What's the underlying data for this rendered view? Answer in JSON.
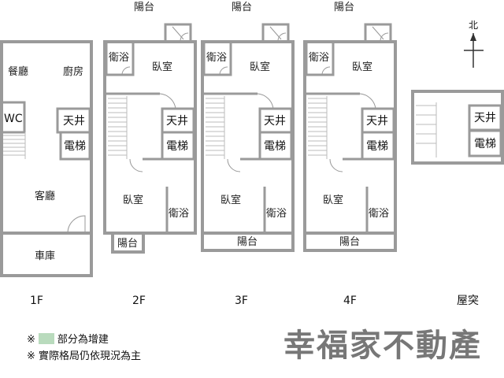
{
  "floors": {
    "f1": {
      "label": "1F",
      "dining": "餐廳",
      "kitchen": "廚房",
      "wc": "WC",
      "skylight": "天井",
      "elevator": "電梯",
      "living": "客廳",
      "garage": "車庫"
    },
    "f2": {
      "label": "2F",
      "balcony_top": "陽台",
      "bath_top": "衛浴",
      "bedroom_top": "臥室",
      "skylight": "天井",
      "elevator": "電梯",
      "bedroom_bottom": "臥室",
      "bath_bottom": "衛浴",
      "balcony_bottom": "陽台"
    },
    "f3": {
      "label": "3F",
      "balcony_top": "陽台",
      "bath_top": "衛浴",
      "bedroom_top": "臥室",
      "skylight": "天井",
      "elevator": "電梯",
      "bedroom_bottom": "臥室",
      "bath_bottom": "衛浴",
      "balcony_bottom": "陽台"
    },
    "f4": {
      "label": "4F",
      "balcony_top": "陽台",
      "bath_top": "衛浴",
      "bedroom_top": "臥室",
      "skylight": "天井",
      "elevator": "電梯",
      "bedroom_bottom": "臥室",
      "bath_bottom": "衛浴",
      "balcony_bottom": "陽台"
    },
    "roof": {
      "label": "屋突",
      "skylight": "天井",
      "elevator": "電梯"
    }
  },
  "north": "北",
  "watermark": "幸福家不動產",
  "notes": {
    "mark": "※",
    "addition": "部分為增建",
    "disclaimer": "※ 實際格局仍依現況為主"
  },
  "colors": {
    "addition": "#b9dbbd"
  }
}
